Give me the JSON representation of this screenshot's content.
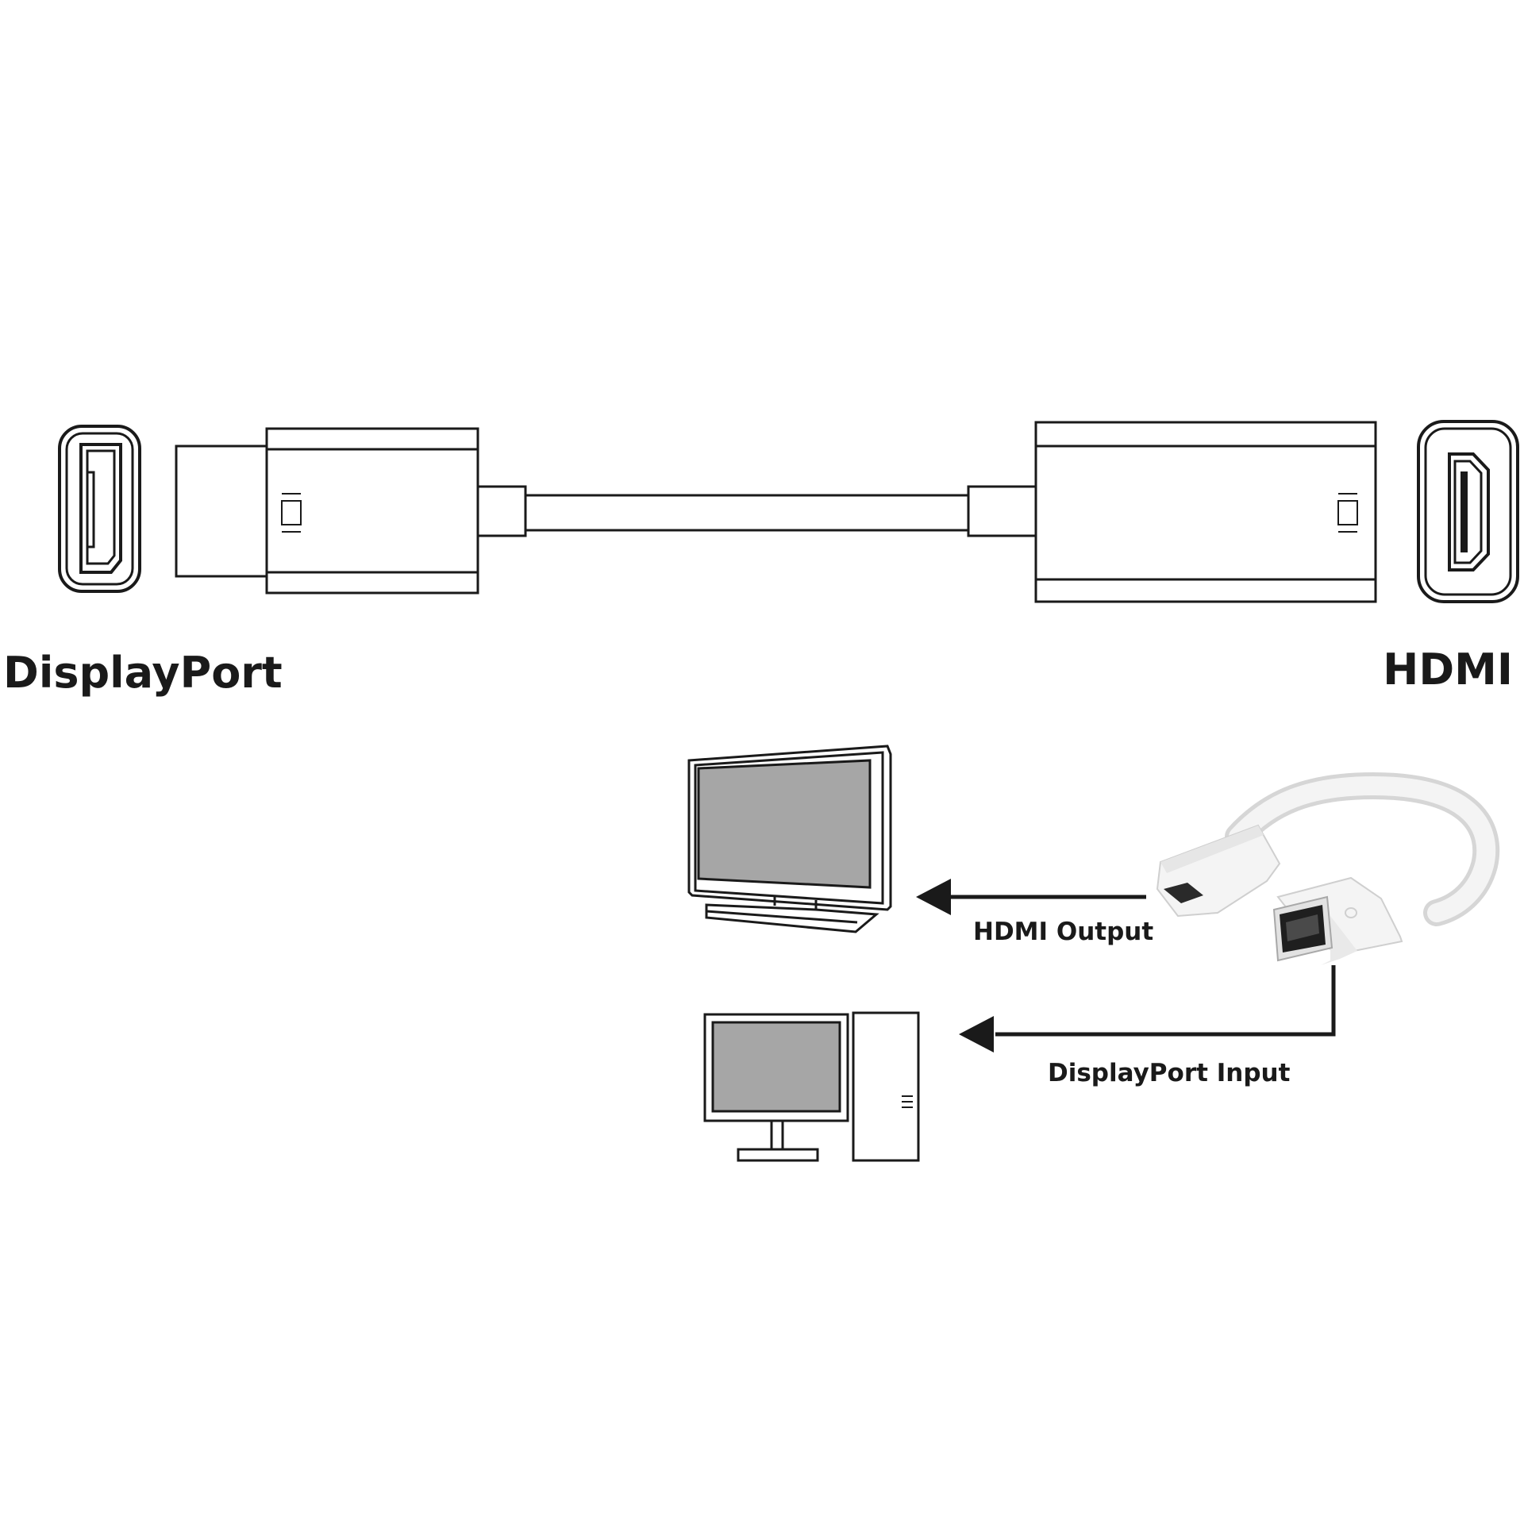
{
  "labels": {
    "top_left": "DisplayPort",
    "top_right": "HDMI",
    "output": "HDMI Output",
    "input": "DisplayPort Input"
  },
  "colors": {
    "line": "#1a1a1a",
    "screen": "#a6a6a6",
    "adapter_body": "#f4f4f4",
    "background": "#ffffff"
  },
  "icons": [
    "displayport-port-icon",
    "hdmi-port-icon",
    "tv-monitor-icon",
    "desktop-computer-icon",
    "adapter-photo-icon",
    "arrow-left-icon"
  ]
}
